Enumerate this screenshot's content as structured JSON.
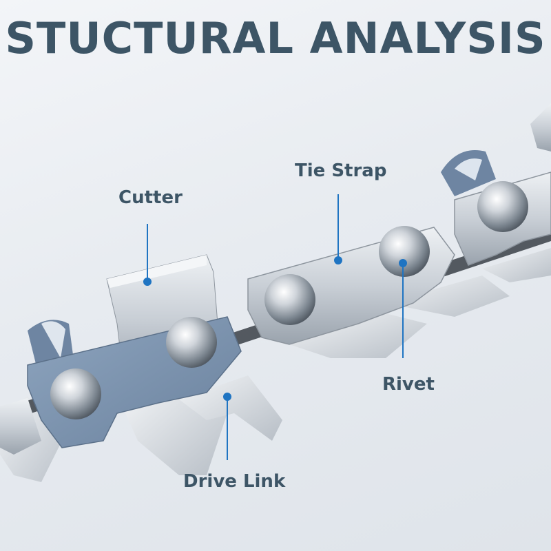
{
  "title": "STUCTURAL ANALYSIS",
  "labels": {
    "cutter": "Cutter",
    "tie_strap": "Tie Strap",
    "rivet": "Rivet",
    "drive_link": "Drive Link"
  },
  "colors": {
    "text": "#3d5566",
    "leader": "#1f74c2",
    "cutter_plate": "#7f97b3",
    "steel": "#c7cdd3"
  }
}
